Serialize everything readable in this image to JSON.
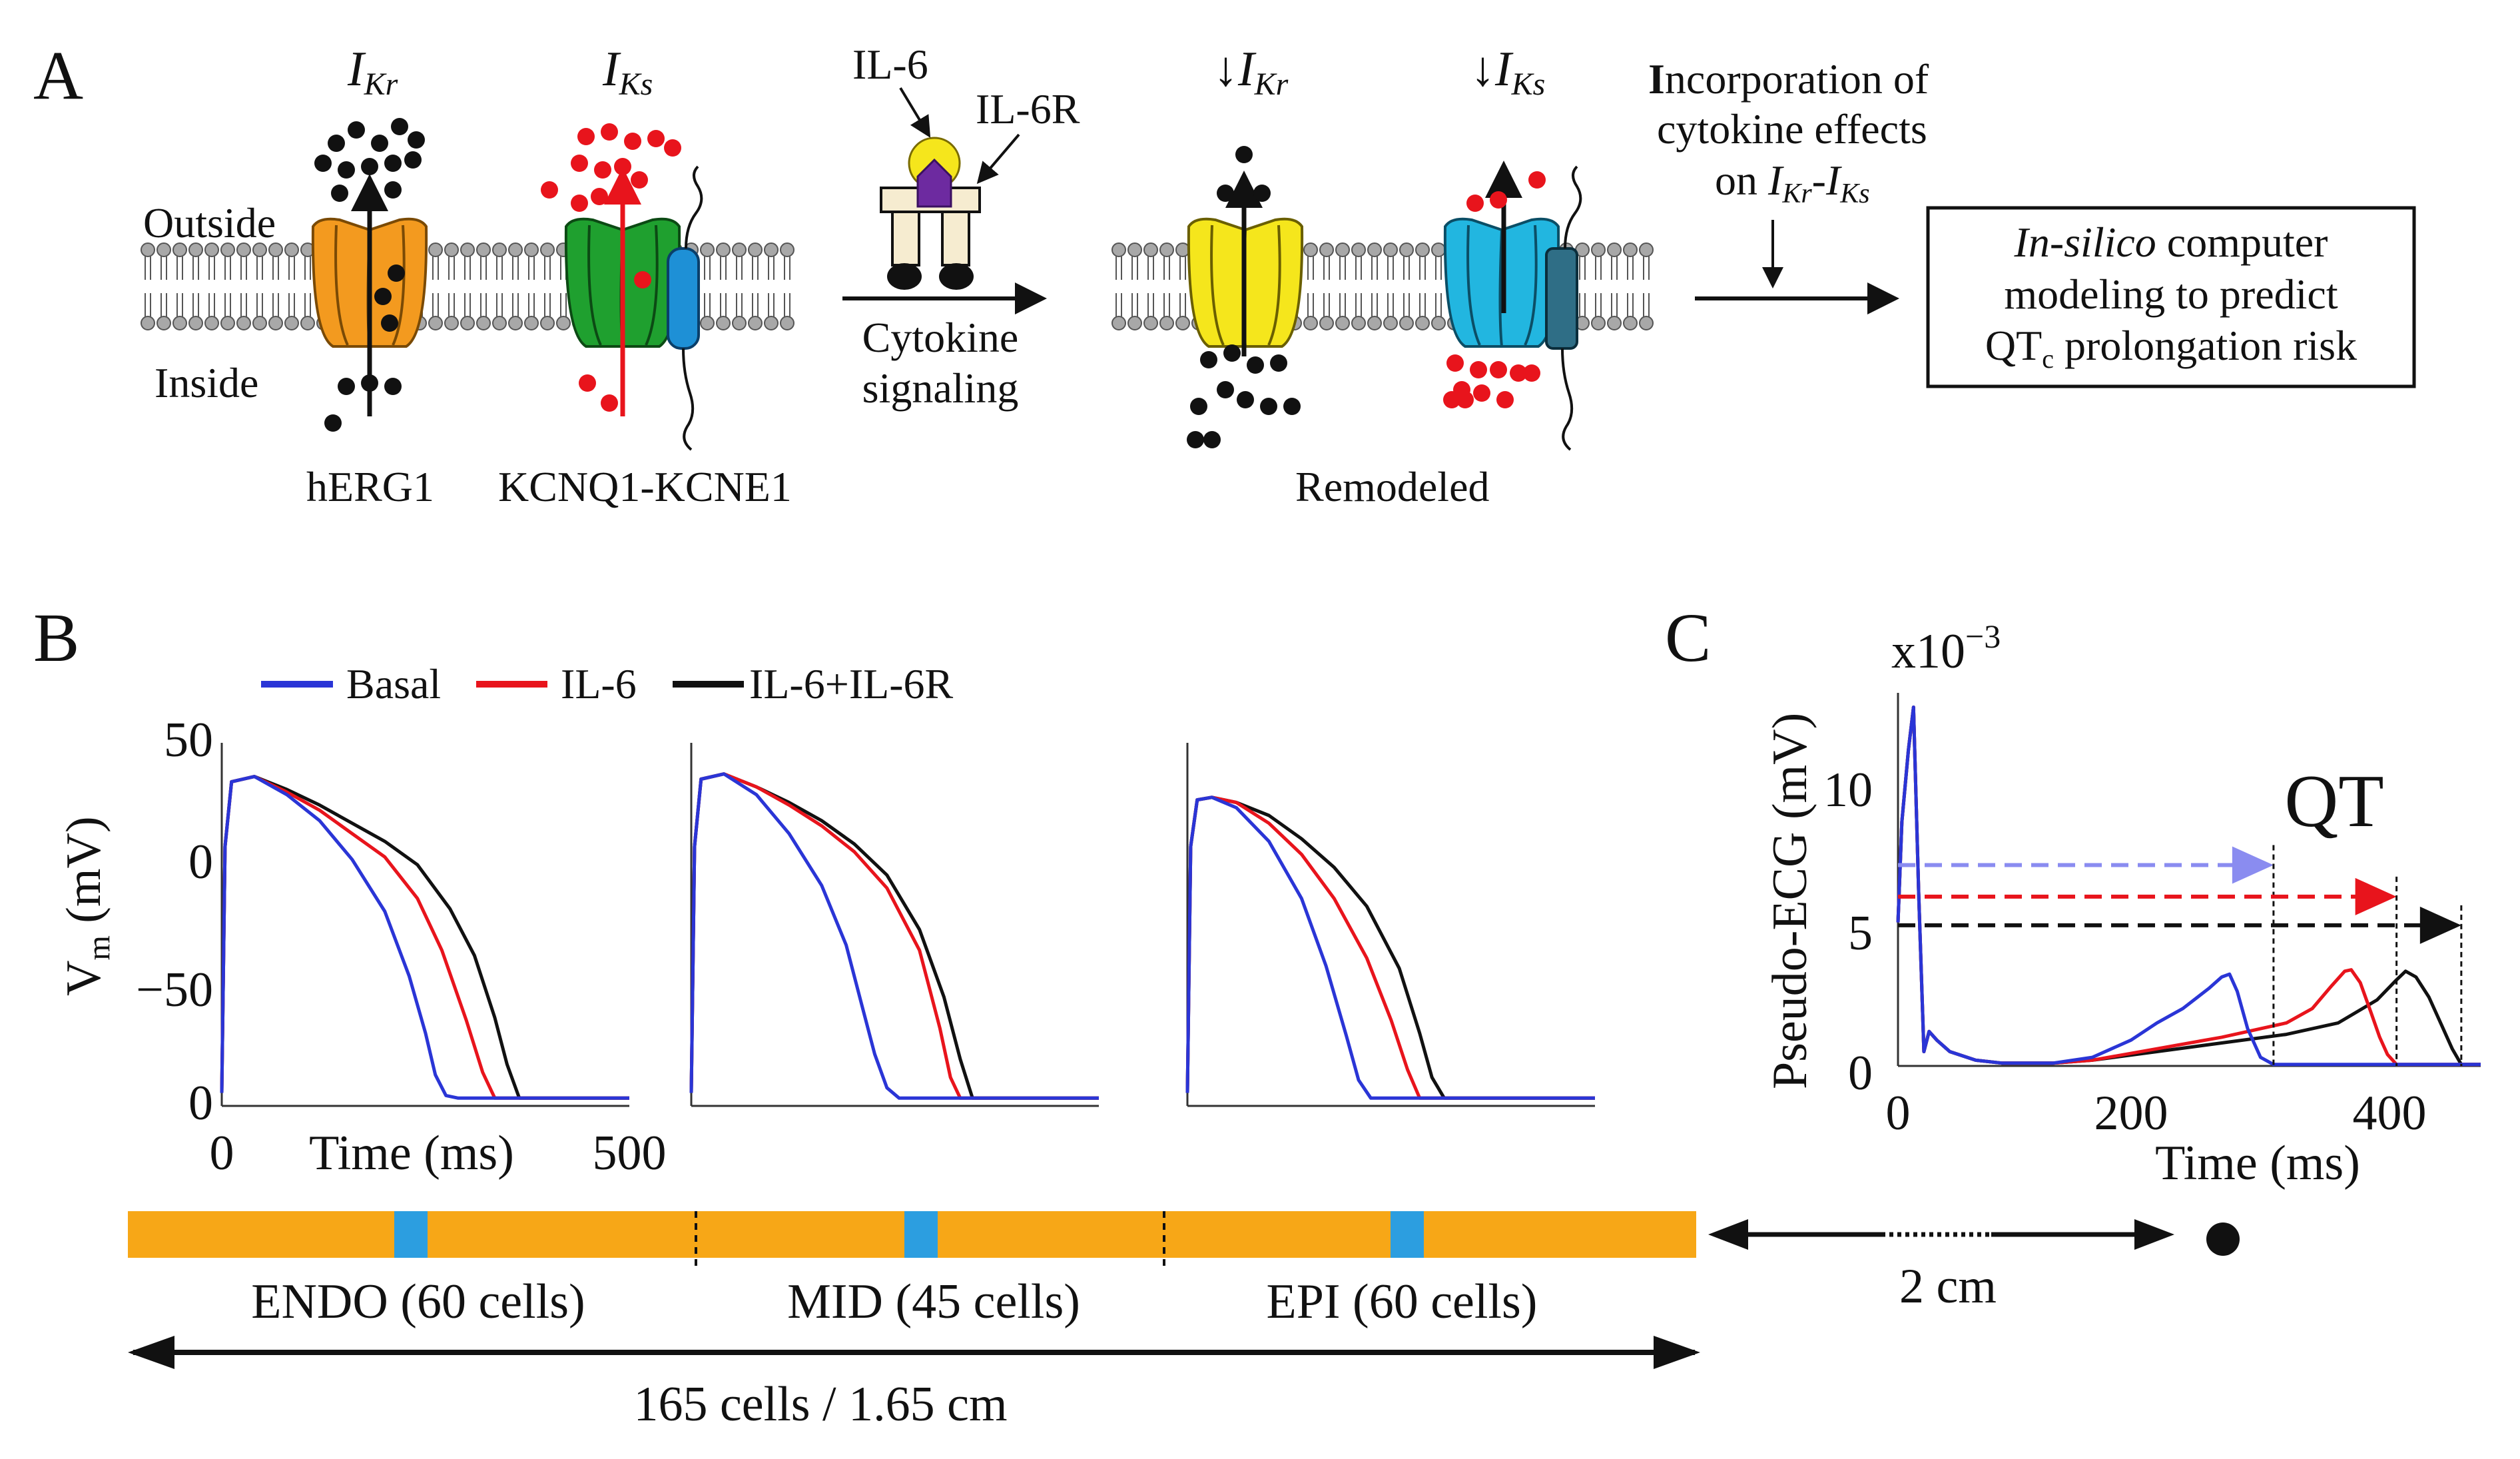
{
  "panel_a": {
    "label": "A",
    "current_kr": "I",
    "current_kr_sub": "Kr",
    "current_ks": "I",
    "current_ks_sub": "Ks",
    "down_arrow": "↓",
    "outside": "Outside",
    "inside": "Inside",
    "channel_1_name": "hERG1",
    "channel_2_name": "KCNQ1-KCNE1",
    "il6": "IL-6",
    "il6r": "IL-6R",
    "signaling_line1": "Cytokine",
    "signaling_line2": "signaling",
    "remodeled": "Remodeled",
    "incorp_line1_bold": "I",
    "incorp_line1_rest": "ncorporation of",
    "incorp_line2": "cytokine effects",
    "incorp_line3_pre": "on ",
    "incorp_line3_mid": "-",
    "box_line1_italic": "In-silico",
    "box_line1_rest": " computer",
    "box_line2": "modeling to predict",
    "box_line3_pre": "QT",
    "box_line3_sub": "c",
    "box_line3_rest": " prolongation risk",
    "colors": {
      "herg1": "#f39a1f",
      "kcnq1": "#1fa02f",
      "kcne1": "#1e90d6",
      "remodeled_kr": "#f5e61c",
      "remodeled_ks": "#22b6e0",
      "remodeled_kcne1": "#2f6e86",
      "ion_k": "#111111",
      "ion_red": "#e8141c",
      "arrow_red": "#e8141c",
      "il6": "#f5e61c",
      "receptor": "#f6ecd0",
      "gp130": "#6d2aa0"
    }
  },
  "panel_b": {
    "label": "B",
    "legend": [
      "Basal",
      "IL-6",
      "IL-6+IL-6R"
    ],
    "ylabel_pre": "V",
    "ylabel_sub": "m",
    "ylabel_post": " (mV)",
    "xlabel": "Time (ms)",
    "ytick_labels": [
      "50",
      "0",
      "−50",
      "0"
    ],
    "xtick_labels": [
      "0",
      "500"
    ],
    "tissue_regions": [
      "ENDO (60 cells)",
      "MID (45 cells)",
      "EPI (60 cells)"
    ],
    "tissue_span": "165 cells / 1.65 cm",
    "electrode_distance": "2 cm",
    "colors": {
      "basal": "#2a35d6",
      "il6": "#e8141c",
      "il6r": "#111111",
      "tissue": "#f7a717",
      "tissue_marker": "#2c9ee0"
    }
  },
  "panel_c": {
    "label": "C",
    "ylabel": "Pseudo-ECG (mV)",
    "exponent_base": "x10",
    "exponent_power": "−3",
    "xlabel": "Time (ms)",
    "ytick_labels": [
      "10",
      "5",
      "0"
    ],
    "xtick_labels": [
      "0",
      "200",
      "400"
    ],
    "qt_label": "QT",
    "colors": {
      "basal_arrow": "#8a8cf0",
      "il6_arrow": "#e8141c",
      "il6r_arrow": "#111111"
    }
  },
  "chart_data": [
    {
      "type": "line",
      "panel": "B",
      "subplot": "ENDO",
      "x_range": [
        0,
        500
      ],
      "ylim": [
        -90,
        50
      ],
      "series": [
        {
          "name": "Basal",
          "x": [
            0,
            4,
            12,
            40,
            80,
            120,
            160,
            200,
            230,
            250,
            262,
            275,
            290,
            500
          ],
          "y": [
            -85,
            10,
            35,
            37,
            30,
            20,
            5,
            -15,
            -40,
            -62,
            -78,
            -86,
            -87,
            -87
          ]
        },
        {
          "name": "IL-6",
          "x": [
            0,
            4,
            12,
            40,
            80,
            120,
            160,
            200,
            240,
            270,
            300,
            320,
            335,
            500
          ],
          "y": [
            -85,
            10,
            35,
            37,
            31,
            24,
            15,
            6,
            -10,
            -30,
            -57,
            -77,
            -87,
            -87
          ]
        },
        {
          "name": "IL-6+IL-6R",
          "x": [
            0,
            4,
            12,
            40,
            80,
            120,
            160,
            200,
            240,
            280,
            310,
            335,
            350,
            365,
            500
          ],
          "y": [
            -85,
            10,
            35,
            37,
            32,
            26,
            19,
            12,
            3,
            -14,
            -32,
            -56,
            -74,
            -87,
            -87
          ]
        }
      ]
    },
    {
      "type": "line",
      "panel": "B",
      "subplot": "MID",
      "x_range": [
        0,
        500
      ],
      "ylim": [
        -90,
        50
      ],
      "series": [
        {
          "name": "Basal",
          "x": [
            0,
            4,
            12,
            40,
            80,
            120,
            160,
            190,
            210,
            225,
            240,
            255,
            500
          ],
          "y": [
            -85,
            10,
            36,
            38,
            30,
            15,
            -5,
            -28,
            -52,
            -70,
            -83,
            -87,
            -87
          ]
        },
        {
          "name": "IL-6",
          "x": [
            0,
            4,
            12,
            40,
            80,
            120,
            160,
            200,
            240,
            280,
            305,
            318,
            330,
            500
          ],
          "y": [
            -85,
            10,
            36,
            38,
            33,
            26,
            18,
            8,
            -6,
            -30,
            -60,
            -79,
            -87,
            -87
          ]
        },
        {
          "name": "IL-6+IL-6R",
          "x": [
            0,
            4,
            12,
            40,
            80,
            120,
            160,
            200,
            240,
            280,
            310,
            330,
            345,
            500
          ],
          "y": [
            -85,
            10,
            36,
            38,
            33,
            27,
            20,
            11,
            -1,
            -22,
            -48,
            -72,
            -87,
            -87
          ]
        }
      ]
    },
    {
      "type": "line",
      "panel": "B",
      "subplot": "EPI",
      "x_range": [
        0,
        500
      ],
      "ylim": [
        -90,
        50
      ],
      "series": [
        {
          "name": "Basal",
          "x": [
            0,
            4,
            12,
            30,
            60,
            100,
            140,
            170,
            195,
            210,
            225,
            500
          ],
          "y": [
            -85,
            10,
            28,
            29,
            25,
            12,
            -10,
            -36,
            -63,
            -80,
            -87,
            -87
          ]
        },
        {
          "name": "IL-6",
          "x": [
            0,
            4,
            12,
            30,
            60,
            100,
            140,
            180,
            220,
            250,
            270,
            285,
            500
          ],
          "y": [
            -85,
            10,
            28,
            29,
            27,
            19,
            7,
            -10,
            -33,
            -57,
            -76,
            -87,
            -87
          ]
        },
        {
          "name": "IL-6+IL-6R",
          "x": [
            0,
            4,
            12,
            30,
            60,
            100,
            140,
            180,
            220,
            260,
            285,
            300,
            315,
            500
          ],
          "y": [
            -85,
            10,
            28,
            29,
            27,
            22,
            13,
            2,
            -13,
            -37,
            -62,
            -79,
            -87,
            -87
          ]
        }
      ]
    },
    {
      "type": "line",
      "panel": "C",
      "x_range": [
        0,
        450
      ],
      "ylim": [
        0,
        13
      ],
      "series": [
        {
          "name": "Basal",
          "x": [
            0,
            3,
            8,
            12,
            16,
            20,
            24,
            30,
            40,
            60,
            80,
            100,
            120,
            150,
            180,
            200,
            220,
            240,
            250,
            256,
            262,
            270,
            280,
            290,
            450
          ],
          "y": [
            5,
            8.5,
            11,
            12.5,
            6,
            0.5,
            1.2,
            0.9,
            0.5,
            0.2,
            0.1,
            0.1,
            0.1,
            0.3,
            0.9,
            1.5,
            2.0,
            2.7,
            3.1,
            3.2,
            2.6,
            1.3,
            0.3,
            0.05,
            0.05
          ]
        },
        {
          "name": "IL-6",
          "x": [
            0,
            3,
            8,
            12,
            16,
            20,
            24,
            30,
            40,
            60,
            80,
            100,
            120,
            150,
            200,
            250,
            300,
            320,
            335,
            345,
            350,
            357,
            365,
            372,
            378,
            385,
            450
          ],
          "y": [
            5,
            8.5,
            11,
            12.5,
            6,
            0.5,
            1.2,
            0.9,
            0.5,
            0.2,
            0.1,
            0.1,
            0.1,
            0.2,
            0.6,
            1.0,
            1.5,
            2.0,
            2.8,
            3.3,
            3.35,
            2.9,
            1.9,
            1.0,
            0.4,
            0.05,
            0.05
          ]
        },
        {
          "name": "IL-6+IL-6R",
          "x": [
            0,
            3,
            8,
            12,
            16,
            20,
            24,
            30,
            40,
            60,
            80,
            100,
            120,
            150,
            200,
            250,
            300,
            340,
            370,
            385,
            392,
            400,
            410,
            420,
            428,
            435,
            450
          ],
          "y": [
            5,
            8.5,
            11,
            12.5,
            6,
            0.5,
            1.2,
            0.9,
            0.5,
            0.2,
            0.1,
            0.1,
            0.1,
            0.2,
            0.5,
            0.8,
            1.1,
            1.5,
            2.3,
            3.0,
            3.3,
            3.1,
            2.4,
            1.4,
            0.6,
            0.05,
            0.05
          ]
        }
      ],
      "qt_arrows": [
        {
          "name": "Basal",
          "y": 7.0,
          "x_end": 290
        },
        {
          "name": "IL-6",
          "y": 5.9,
          "x_end": 385
        },
        {
          "name": "IL-6+IL-6R",
          "y": 4.9,
          "x_end": 435
        }
      ]
    }
  ]
}
